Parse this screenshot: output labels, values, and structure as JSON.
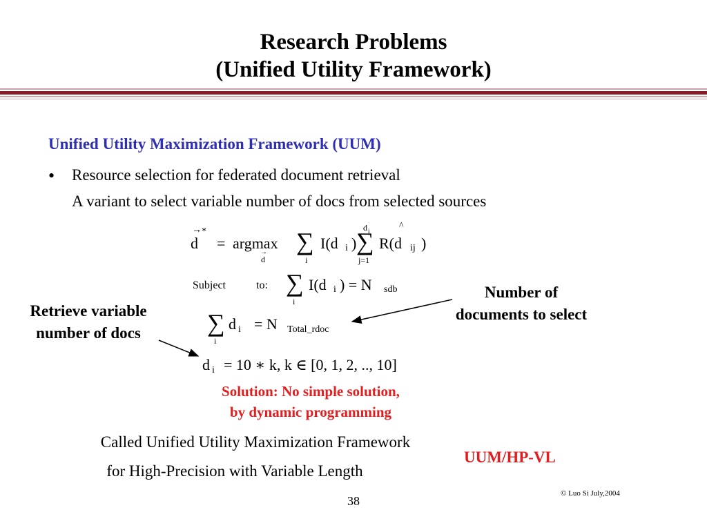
{
  "slide": {
    "title_line1": "Research Problems",
    "title_line2": "(Unified Utility Framework)",
    "heading": "Unified Utility Maximization Framework (UUM)",
    "bullet_symbol": "•",
    "bullet_line1": "Resource selection for federated document retrieval",
    "bullet_line2": "A variant to select variable number of docs from selected sources",
    "callout_left_line1": "Retrieve variable",
    "callout_left_line2": "number of docs",
    "callout_right_line1": "Number of",
    "callout_right_line2": "documents to select",
    "solution_line1": "Solution: No simple solution,",
    "solution_line2": "by dynamic programming",
    "called_line1": "Called Unified Utility Maximization Framework",
    "called_line2": "for High-Precision with Variable Length",
    "uum_label": "UUM/HP-VL",
    "copyright": "© Luo Si July,2004",
    "page_number": "38"
  },
  "formula": {
    "eq1": {
      "d": "d",
      "arrow": "→",
      "star": "*",
      "eq": "=",
      "argmax": "argmax",
      "argmax_sub": "d",
      "argmax_sub_arrow": "→",
      "sum": "∑",
      "sum_sub": "i",
      "I_open": "I(d",
      "I_sub": "i",
      "I_close": ")",
      "sum2": "∑",
      "sum2_sup": "d",
      "sum2_sup_sub": "i",
      "sum2_sub": "j=1",
      "R_open": "R(d",
      "hat": "^",
      "R_sub": "ij",
      "R_close": ")"
    },
    "eq2": {
      "subject": "Subject",
      "to": "to:",
      "sum": "∑",
      "sum_sub": "i",
      "I_open": "I(d",
      "I_sub": "i",
      "rest": ") = N",
      "N_sub": "sdb"
    },
    "eq3": {
      "sum": "∑",
      "sum_sub": "i",
      "d": "d",
      "d_sub": "i",
      "rest": "= N",
      "N_sub": "Total_rdoc"
    },
    "eq4": {
      "d": "d",
      "d_sub": "i",
      "rest": "= 10 ∗ k,   k ∈ [0,  1,  2,  ..,  10]"
    }
  },
  "colors": {
    "heading_blue": "#2f2fb4",
    "accent_red": "#e02020",
    "rule_dark": "#8b1a2b",
    "rule_light": "#c9a2a8"
  }
}
